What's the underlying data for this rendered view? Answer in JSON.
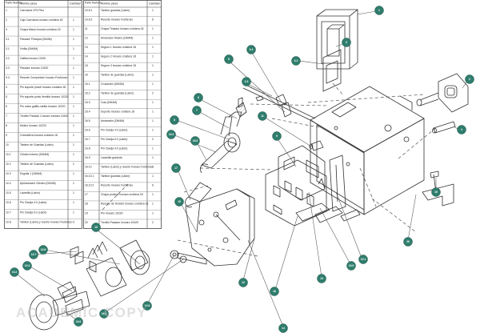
{
  "table_left": {
    "headers": [
      "Parte Numero",
      "Nombre pieza",
      "Cantidad"
    ],
    "rows": [
      [
        "1",
        "Carrodura VF4 Pluo",
        ""
      ],
      [
        "2",
        "Cajo Carrodura Inoxaro croldera 18",
        "1"
      ],
      [
        "3",
        "Chapa Marco Inoxaro croldera 18",
        "1"
      ],
      [
        "3.1",
        "Pasador Principal (DM4M)",
        "1"
      ],
      [
        "3.1",
        "Vinilla (DM4M)",
        "1"
      ],
      [
        "3.2",
        "Gatilla Inoxaro 10220",
        "1"
      ],
      [
        "3.3",
        "Pasador Inoxaro 10220",
        "1"
      ],
      [
        "3.4",
        "Resorte Compresión Inoxaro Fosforoso",
        "1"
      ],
      [
        "4",
        "Pin soporte pincel Inoxaro croldera 18",
        "1"
      ],
      [
        "5",
        "Pin soporte porta Vernilla Inoxaro 10220",
        "1"
      ],
      [
        "6",
        "Pin union gatillo-varilla Inoxaro 10220",
        "1"
      ],
      [
        "7",
        "Tornillo Fresado 4 ranuro Inoxaro 10420",
        "1"
      ],
      [
        "8",
        "Mosho Inoxaro 10220",
        "1"
      ],
      [
        "9",
        "Cremallera Inoxaro croldera 18",
        "1"
      ],
      [
        "10",
        "Tambor de Guardas (Latón)",
        "1"
      ],
      [
        "10.1",
        "Cilindro Interior (DM4M)",
        "1"
      ],
      [
        "10.2",
        "Tambor de Guardas (Latón)",
        "2"
      ],
      [
        "10.3",
        "Engolla 1 (DM4M)",
        "1"
      ],
      [
        "10.4",
        "Aprisionador Cilindro (DM4M)",
        "1"
      ],
      [
        "10.5",
        "Lavavilla (Latón)",
        "1"
      ],
      [
        "10.6",
        "Pin Clavija 4.0 (Latón)",
        "1"
      ],
      [
        "10.7",
        "Pin Clavija 6.0 (Latón)",
        "1"
      ],
      [
        "10.8",
        "Tambor (Latón) y resorte Inoxaro Fosforoso",
        "3"
      ]
    ]
  },
  "table_right": {
    "headers": [
      "Parte Numero",
      "Nombre pieza",
      "Cantidad"
    ],
    "rows": [
      [
        "10.8.1",
        "Tambor guardas (Latón)",
        "1"
      ],
      [
        "10.8.2",
        "Resorte Inoxaro Fosforoso",
        "6"
      ],
      [
        "11",
        "Chapa Tirasaro Inoxaro croldera 18",
        "1"
      ],
      [
        "12",
        "Amarrador Mosho (DM4M)",
        "1"
      ],
      [
        "13",
        "Seguro 1 Inoxaro croldera 18",
        "1"
      ],
      [
        "14",
        "Seguro 2 Inoxaro croldera 18",
        "1"
      ],
      [
        "15",
        "Seguro 3 Inoxaro croldera 18",
        "1"
      ],
      [
        "16",
        "Tambor de guardas (Latón)",
        "1"
      ],
      [
        "16.1",
        "Cruzandor (DM4M)",
        "1"
      ],
      [
        "16.2",
        "Tambor de guardas (Latón)",
        "2"
      ],
      [
        "16.3",
        "Cola (DM4M)",
        "1"
      ],
      [
        "16.4",
        "Soporte Inoxaro croldera 18",
        "1"
      ],
      [
        "16.5",
        "Amarrador (DM4M)",
        "1"
      ],
      [
        "16.6",
        "Pin Clavija 4.0 (Latón)",
        "1"
      ],
      [
        "16.7",
        "Pin Clavija 6.0 (Latón)",
        "2"
      ],
      [
        "16.8",
        "Pin Clavija 4.0 (Latón)",
        "1"
      ],
      [
        "16.9",
        "Lavavilla graduda",
        "1"
      ],
      [
        "16.10",
        "Tambor (Latón) y resorte Inoxaro Fosforoso",
        "3"
      ],
      [
        "16.10.1",
        "Tambor guardas (Latón)",
        "1"
      ],
      [
        "16.10.2",
        "Resorte Inoxaro Fosforoso",
        "6"
      ],
      [
        "17",
        "Chapa protegó Inoxaro croldera 18",
        "1"
      ],
      [
        "18",
        "Resorte de Tensión Inoxaro croldera 18",
        "1"
      ],
      [
        "19",
        "Pin Inoxaro 10220",
        "1"
      ],
      [
        "20",
        "Tornillo Pasador Inoxaro 10420",
        "2"
      ]
    ]
  },
  "callouts": {
    "c1": "1",
    "c2": "2",
    "c3": "3",
    "c3_2": "3.2",
    "c3_3": "3.3",
    "c3_4": "3.4",
    "c4": "4",
    "c5": "5",
    "c6": "6",
    "c7": "7",
    "c8": "8",
    "c9": "9",
    "c10": "10",
    "c10_3": "10.3",
    "c10_5": "10.5",
    "c10_8": "10.8",
    "c11": "11",
    "c12": "12",
    "c13": "13",
    "c14": "14",
    "c15": "15",
    "c16": "16",
    "c16_3": "16.3",
    "c16_5": "16.5",
    "c16_8": "16.8",
    "c16_9": "16.9",
    "c17": "17",
    "c18": "18",
    "c19": "19",
    "c20": "20",
    "c16_10": "16.10",
    "c10_1": "10.1",
    "c10_2": "10.2",
    "c10_7": "10.7",
    "c16_1": "16.1",
    "c16_2": "16.2",
    "c16_6": "16.6"
  },
  "watermark": "ACADEMIC COPY",
  "colors": {
    "callout_fill": "#2f7d6d",
    "line": "#333333",
    "leader": "#555555"
  }
}
